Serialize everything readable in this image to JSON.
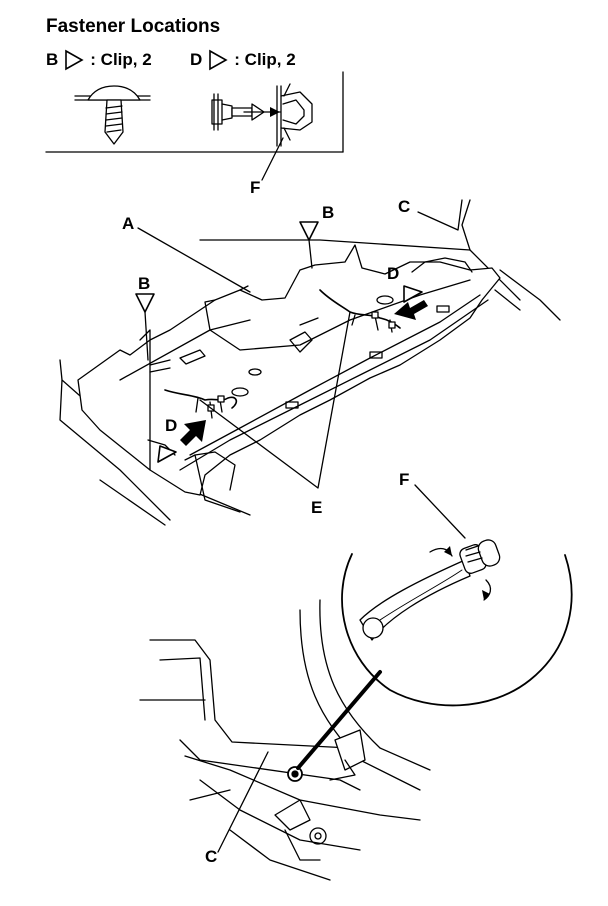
{
  "title": "Fastener Locations",
  "legend": [
    {
      "letter": "B",
      "text": ": Clip, 2"
    },
    {
      "letter": "D",
      "text": ": Clip, 2"
    }
  ],
  "callouts": {
    "a": "A",
    "b1": "B",
    "b2": "B",
    "c1": "C",
    "c2": "C",
    "d1": "D",
    "d2": "D",
    "e": "E",
    "f1": "F",
    "f2": "F"
  }
}
